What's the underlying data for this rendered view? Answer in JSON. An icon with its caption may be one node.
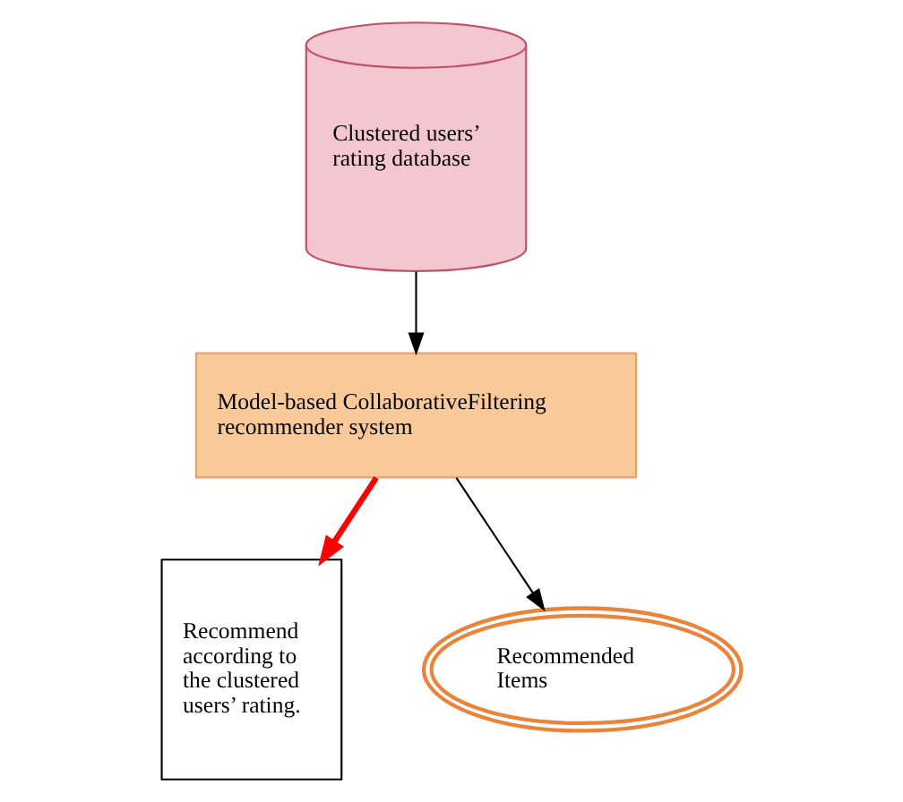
{
  "diagram": {
    "nodes": [
      {
        "text": [
          "Clustered users’ rating database"
        ]
      },
      {
        "text": [
          "Model-based CollaborativeFiltering recommender system"
        ]
      },
      {
        "text": [
          "Recommend according to the clustered users’ rating."
        ]
      },
      {
        "text": [
          "Recommended Items"
        ]
      }
    ],
    "edges": [
      {
        "from": 0,
        "to": 1,
        "arrow": "to"
      },
      {
        "from": 1,
        "to": 3,
        "arrow": "to"
      },
      {
        "from": 1,
        "to": 2,
        "arrow": "to",
        "style": "thick",
        "color": "#ff0000"
      }
    ]
  }
}
